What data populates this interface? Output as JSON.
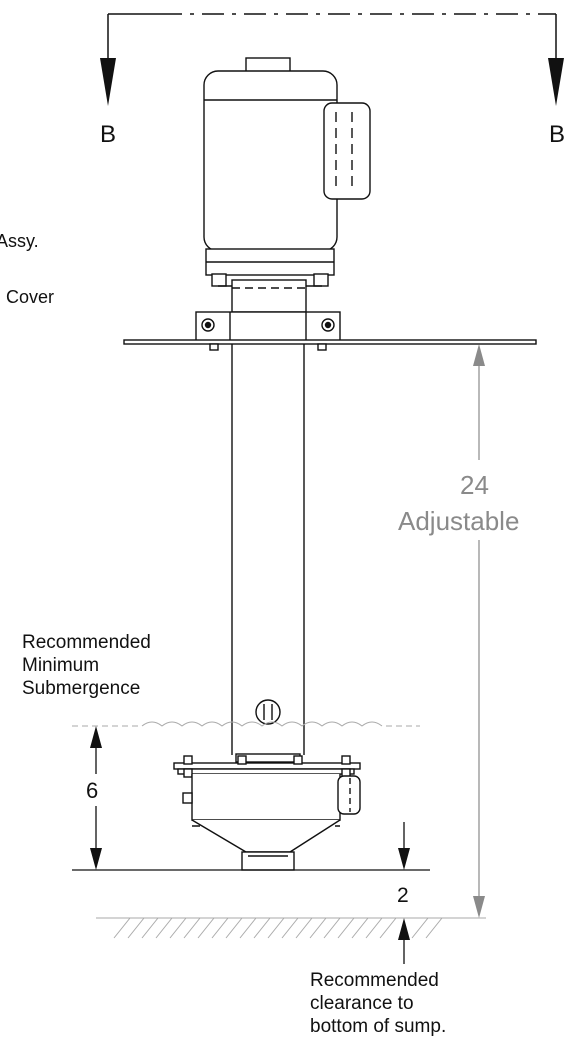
{
  "section_labels": {
    "left": "B",
    "right": "B"
  },
  "callouts": {
    "assy": "Assy.",
    "cover": "Cover",
    "submergence": [
      "Recommended",
      "Minimum",
      "Submergence"
    ],
    "clearance_note": [
      "Recommended",
      "clearance to",
      "bottom of sump."
    ]
  },
  "dimensions": {
    "submergence": "6",
    "clearance": "2",
    "adjustable_value": "24",
    "adjustable_word": "Adjustable"
  },
  "colors": {
    "line": "#111111",
    "dimension": "#8a8a8a",
    "hatch": "#9a9a9a"
  }
}
